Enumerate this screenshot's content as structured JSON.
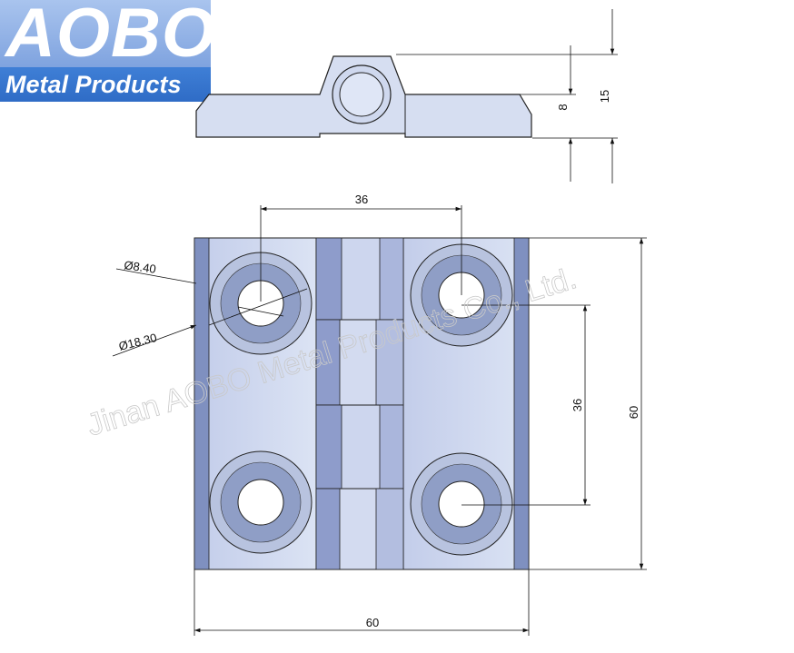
{
  "logo": {
    "brand": "AOBO",
    "tagline": "Metal Products"
  },
  "watermark": "Jinan AOBO Metal Products Co., Ltd.",
  "dimensions": {
    "side_thickness": "8",
    "side_total_height": "15",
    "hole_spacing_horizontal": "36",
    "hole_spacing_vertical": "36",
    "plate_height": "60",
    "plate_width": "60",
    "hole_diameter": "Ø8.40",
    "countersink_diameter": "Ø18.30"
  },
  "colors": {
    "plate": "#d4ddf0",
    "plate_shade": "#b9c6e4",
    "edge_dark": "#7f90c0",
    "countersink_outer": "#b8c3df",
    "countersink_inner": "#8f9ec6",
    "knuckle_light": "#c6d0ec",
    "knuckle_dark": "#8e9ccb",
    "logo_light": "#a9c4ee",
    "logo_dark": "#2f6cc6"
  }
}
